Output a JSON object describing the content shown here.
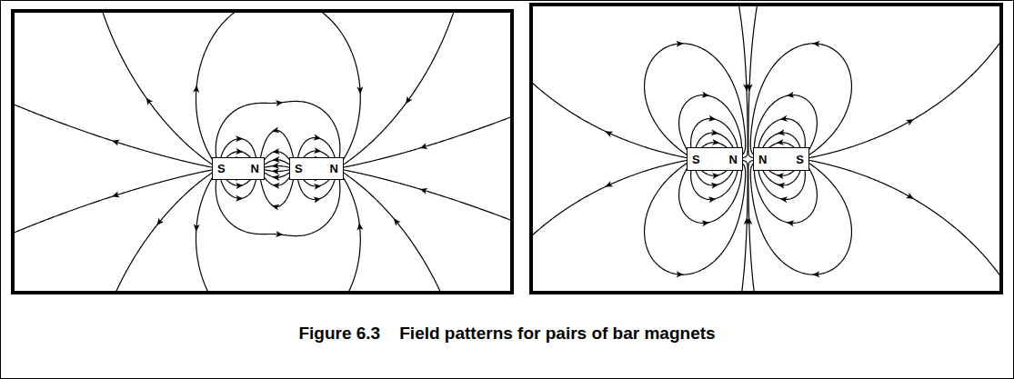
{
  "diagram": {
    "caption": "Figure 6.3    Field patterns for pairs of bar magnets",
    "nodes": [
      {
        "text": [
          "S",
          "N"
        ]
      },
      {
        "text": [
          "S",
          "N"
        ]
      },
      {
        "text": [
          "S",
          "N"
        ]
      },
      {
        "text": [
          "N",
          "S"
        ]
      }
    ]
  }
}
